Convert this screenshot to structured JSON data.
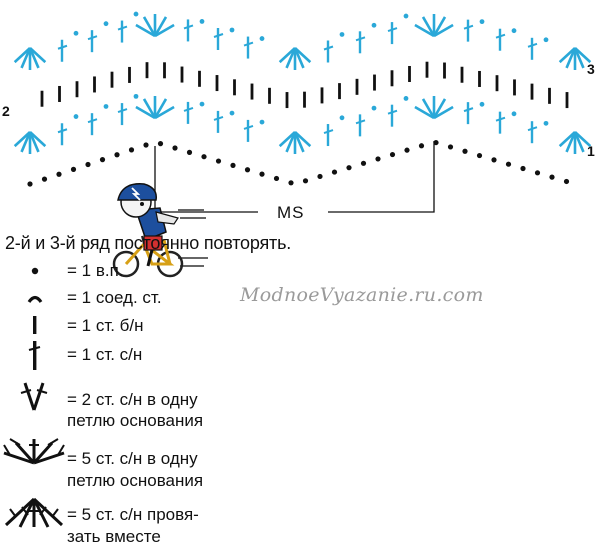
{
  "rows": {
    "row1": "1",
    "row2": "2",
    "row3": "3"
  },
  "ms_label": "MS",
  "note": "2-й и 3-й ряд постоянно повторять.",
  "watermark": "ModnoeVyazanie.ru.com",
  "legend": [
    {
      "icon": "chain-stitch-icon",
      "text": "= 1 в.п."
    },
    {
      "icon": "slip-stitch-icon",
      "text": "= 1 соед. ст."
    },
    {
      "icon": "single-crochet-icon",
      "text": "= 1 ст. б/н"
    },
    {
      "icon": "double-crochet-icon",
      "text": "= 1 ст. с/н"
    },
    {
      "icon": "two-dc-increase-icon",
      "text": "= 2 ст. с/н в одну",
      "text2": "петлю основания"
    },
    {
      "icon": "five-dc-shell-icon",
      "text": "= 5 ст. с/н в одну",
      "text2": "петлю основания"
    },
    {
      "icon": "five-dc-cluster-icon",
      "text": "= 5 ст. с/н провя-",
      "text2": "зать вместе"
    }
  ],
  "colors": {
    "stitch_blue": "#2aa8d8",
    "black": "#111111",
    "watermark": "#9a9a9a"
  }
}
